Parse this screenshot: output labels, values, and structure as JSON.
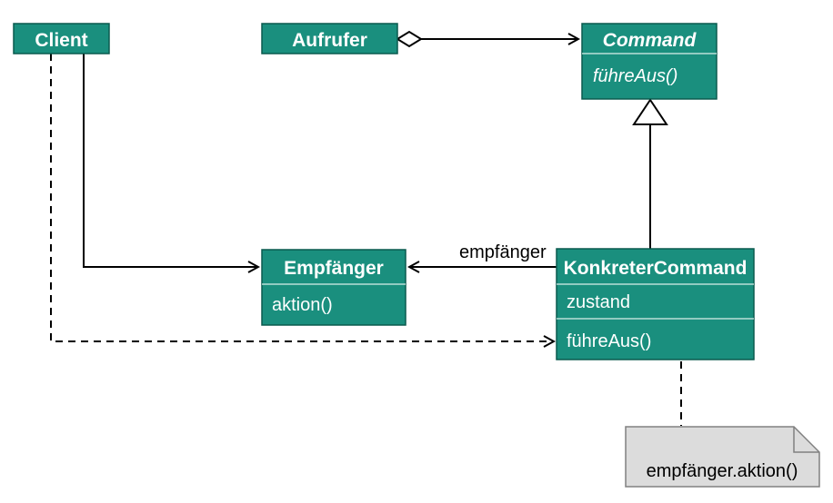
{
  "classes": {
    "client": {
      "title": "Client"
    },
    "aufrufer": {
      "title": "Aufrufer"
    },
    "command": {
      "title": "Command",
      "operation": "führeAus()"
    },
    "empfaenger": {
      "title": "Empfänger",
      "operation": "aktion()"
    },
    "konkreter_command": {
      "title": "KonkreterCommand",
      "attribute": "zustand",
      "operation": "führeAus()"
    }
  },
  "associations": {
    "empfaenger_role": "empfänger"
  },
  "note": {
    "text": "empfänger.aktion()"
  },
  "colors": {
    "class_fill": "#1a8f7e",
    "class_border": "#0a5a4e",
    "note_fill": "#dcdcdc",
    "line": "#000000"
  }
}
